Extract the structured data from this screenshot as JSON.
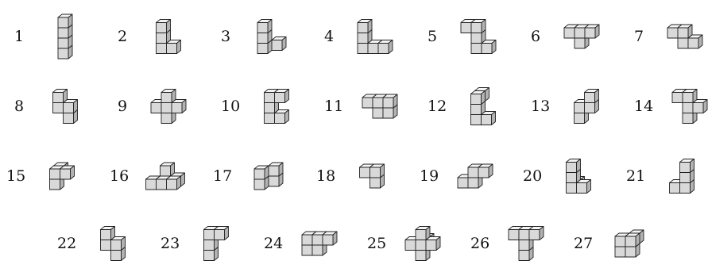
{
  "colors": {
    "top": "#f4f4f4",
    "front": "#d9d9d9",
    "side": "#b3b3b3",
    "edge": "#222222"
  },
  "pieces": [
    {
      "label": "1",
      "cubes": [
        [
          0,
          0,
          0
        ],
        [
          0,
          0,
          1
        ],
        [
          0,
          0,
          2
        ],
        [
          0,
          0,
          3
        ]
      ]
    },
    {
      "label": "2",
      "cubes": [
        [
          0,
          0,
          0
        ],
        [
          0,
          0,
          1
        ],
        [
          0,
          0,
          2
        ],
        [
          1,
          0,
          0
        ]
      ]
    },
    {
      "label": "3",
      "cubes": [
        [
          0,
          0,
          0
        ],
        [
          0,
          0,
          1
        ],
        [
          0,
          0,
          2
        ],
        [
          1,
          1,
          0
        ]
      ]
    },
    {
      "label": "4",
      "cubes": [
        [
          0,
          0,
          1
        ],
        [
          0,
          0,
          2
        ],
        [
          0,
          0,
          0
        ],
        [
          1,
          0,
          0
        ],
        [
          2,
          0,
          0
        ]
      ]
    },
    {
      "label": "5",
      "cubes": [
        [
          0,
          0,
          0
        ],
        [
          0,
          0,
          1
        ],
        [
          0,
          0,
          2
        ],
        [
          -1,
          0,
          2
        ],
        [
          1,
          0,
          0
        ]
      ]
    },
    {
      "label": "6",
      "cubes": [
        [
          0,
          0,
          0
        ],
        [
          0,
          0,
          1
        ],
        [
          -1,
          0,
          1
        ],
        [
          1,
          0,
          1
        ]
      ]
    },
    {
      "label": "7",
      "cubes": [
        [
          0,
          0,
          1
        ],
        [
          -1,
          0,
          1
        ],
        [
          0,
          0,
          0
        ],
        [
          1,
          0,
          0
        ]
      ]
    },
    {
      "label": "8",
      "cubes": [
        [
          0,
          0,
          2
        ],
        [
          0,
          0,
          1
        ],
        [
          1,
          0,
          1
        ],
        [
          1,
          0,
          0
        ]
      ]
    },
    {
      "label": "9",
      "cubes": [
        [
          0,
          0,
          0
        ],
        [
          0,
          0,
          1
        ],
        [
          -1,
          0,
          1
        ],
        [
          1,
          0,
          1
        ],
        [
          0,
          0,
          2
        ]
      ]
    },
    {
      "label": "10",
      "cubes": [
        [
          0,
          0,
          0
        ],
        [
          0,
          0,
          1
        ],
        [
          0,
          0,
          2
        ],
        [
          1,
          0,
          0
        ],
        [
          1,
          0,
          2
        ]
      ]
    },
    {
      "label": "11",
      "cubes": [
        [
          0,
          0,
          0
        ],
        [
          0,
          0,
          1
        ],
        [
          -1,
          0,
          1
        ],
        [
          1,
          0,
          1
        ],
        [
          1,
          0,
          0
        ]
      ]
    },
    {
      "label": "12",
      "cubes": [
        [
          0,
          0,
          2
        ],
        [
          0,
          0,
          1
        ],
        [
          0,
          0,
          0
        ],
        [
          1,
          0,
          0
        ],
        [
          0,
          1,
          2
        ]
      ]
    },
    {
      "label": "13",
      "cubes": [
        [
          0,
          0,
          0
        ],
        [
          0,
          0,
          1
        ],
        [
          1,
          0,
          1
        ],
        [
          1,
          0,
          2
        ]
      ]
    },
    {
      "label": "14",
      "cubes": [
        [
          0,
          0,
          1
        ],
        [
          -1,
          0,
          1
        ],
        [
          0,
          0,
          0
        ],
        [
          1,
          0,
          0
        ],
        [
          0,
          0,
          -1
        ]
      ]
    },
    {
      "label": "15",
      "cubes": [
        [
          0,
          0,
          0
        ],
        [
          0,
          0,
          1
        ],
        [
          1,
          0,
          1
        ],
        [
          0,
          1,
          1
        ]
      ]
    },
    {
      "label": "16",
      "cubes": [
        [
          0,
          0,
          0
        ],
        [
          -1,
          0,
          0
        ],
        [
          1,
          0,
          0
        ],
        [
          0,
          1,
          1
        ],
        [
          1,
          1,
          0
        ]
      ]
    },
    {
      "label": "17",
      "cubes": [
        [
          0,
          0,
          0
        ],
        [
          0,
          0,
          1
        ],
        [
          1,
          1,
          1
        ],
        [
          1,
          1,
          0
        ]
      ]
    },
    {
      "label": "18",
      "cubes": [
        [
          0,
          0,
          1
        ],
        [
          -1,
          0,
          1
        ],
        [
          0,
          0,
          0
        ]
      ]
    },
    {
      "label": "19",
      "cubes": [
        [
          0,
          0,
          1
        ],
        [
          1,
          0,
          1
        ],
        [
          0,
          0,
          0
        ],
        [
          -1,
          0,
          0
        ]
      ]
    },
    {
      "label": "20",
      "cubes": [
        [
          0,
          0,
          0
        ],
        [
          0,
          0,
          1
        ],
        [
          0,
          0,
          2
        ],
        [
          1,
          0,
          0
        ],
        [
          0,
          1,
          0
        ]
      ]
    },
    {
      "label": "21",
      "cubes": [
        [
          0,
          0,
          0
        ],
        [
          0,
          0,
          1
        ],
        [
          0,
          0,
          2
        ],
        [
          -1,
          0,
          0
        ]
      ]
    },
    {
      "label": "22",
      "cubes": [
        [
          0,
          0,
          1
        ],
        [
          0,
          0,
          0
        ],
        [
          1,
          0,
          0
        ],
        [
          1,
          0,
          -1
        ]
      ]
    },
    {
      "label": "23",
      "cubes": [
        [
          0,
          0,
          0
        ],
        [
          0,
          0,
          1
        ],
        [
          1,
          0,
          1
        ],
        [
          0,
          0,
          -1
        ]
      ]
    },
    {
      "label": "24",
      "cubes": [
        [
          0,
          0,
          1
        ],
        [
          -1,
          0,
          1
        ],
        [
          1,
          0,
          1
        ],
        [
          0,
          0,
          0
        ],
        [
          -1,
          0,
          0
        ]
      ]
    },
    {
      "label": "25",
      "cubes": [
        [
          0,
          0,
          0
        ],
        [
          -1,
          0,
          0
        ],
        [
          1,
          0,
          0
        ],
        [
          0,
          0,
          1
        ],
        [
          0,
          0,
          -1
        ],
        [
          0,
          1,
          0
        ]
      ]
    },
    {
      "label": "26",
      "cubes": [
        [
          0,
          0,
          1
        ],
        [
          -1,
          0,
          1
        ],
        [
          1,
          0,
          1
        ],
        [
          0,
          0,
          0
        ],
        [
          0,
          0,
          -1
        ]
      ]
    },
    {
      "label": "27",
      "cubes": [
        [
          0,
          0,
          1
        ],
        [
          1,
          0,
          1
        ],
        [
          0,
          0,
          0
        ],
        [
          1,
          0,
          0
        ],
        [
          1,
          1,
          1
        ]
      ]
    }
  ]
}
